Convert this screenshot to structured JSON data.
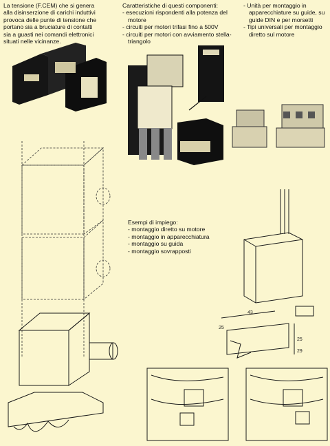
{
  "intro": {
    "lines": [
      "La tensione (F.CEM) che si genera",
      "alla disinserzione di carichi induttivi",
      "provoca delle punte di tensione che",
      "portano sia a bruciature di contatti",
      "sia a guasti nei comandi elettronici",
      "situati nelle vicinanze."
    ]
  },
  "features": {
    "heading": "Caratteristiche di questi componenti:",
    "items": [
      "- esecuzioni rispondenti alla potenza del motore",
      "- circuiti per motori trifasi fino a 500V",
      "- circuiti per motori con avviamento stella-triangolo"
    ]
  },
  "mounting": {
    "items": [
      "- Unità per montaggio in apparecchiature su guide, su guide DIN e per morsetti",
      "- Tipi universali per montaggio diretto sul motore"
    ]
  },
  "usage": {
    "heading": "Esempi di impiego:",
    "items": [
      "- montaggio diretto su motore",
      "- montaggio in apparecchiatura",
      "- montaggio su guida",
      "- montaggio sovrapposti"
    ]
  },
  "dimensions": {
    "width": "43",
    "depth": "25",
    "h1": "25",
    "h2": "29"
  }
}
